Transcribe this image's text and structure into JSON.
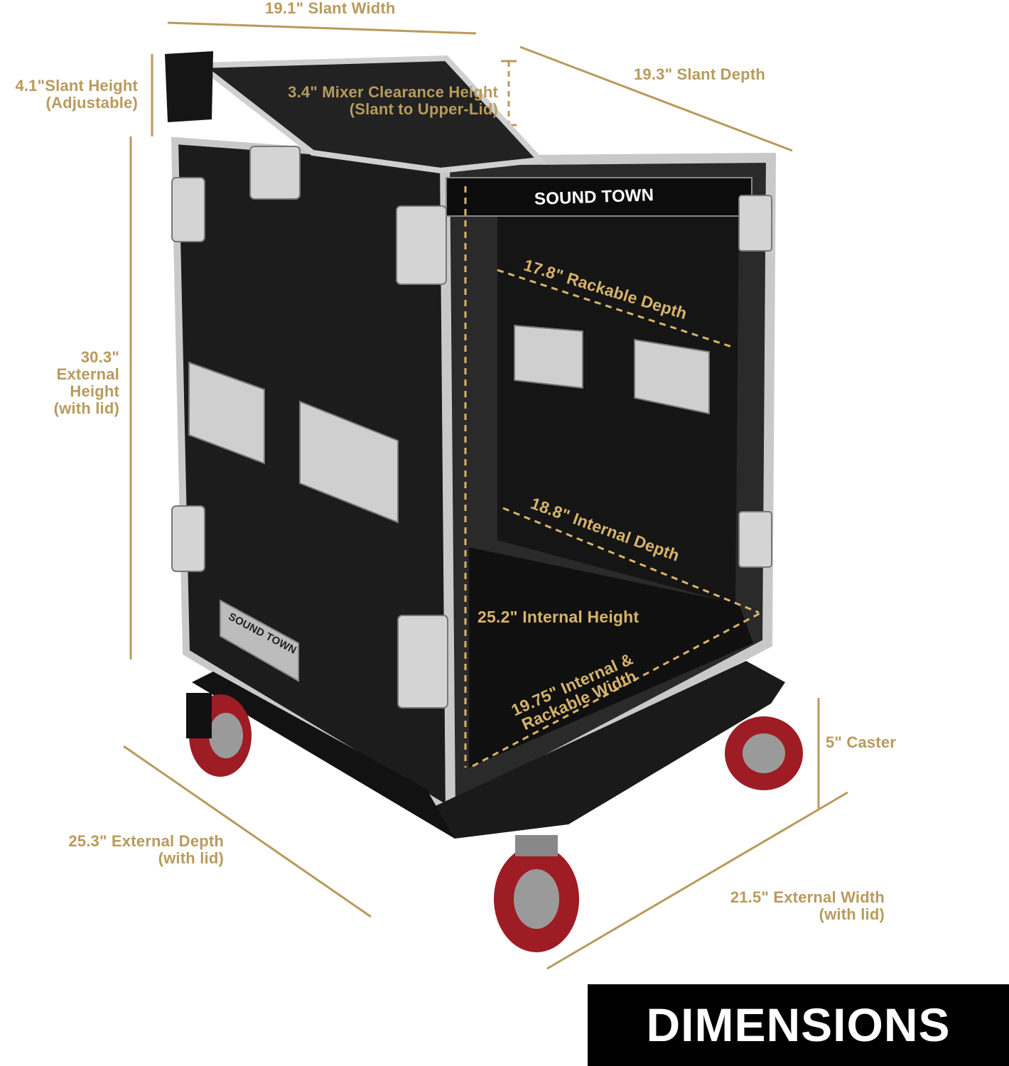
{
  "dimensions": {
    "slant_width": "19.1\" Slant Width",
    "slant_height": [
      "4.1\"Slant Height",
      "(Adjustable)"
    ],
    "mixer_clearance": [
      "3.4\" Mixer Clearance Height",
      "(Slant to Upper-Lid)"
    ],
    "slant_depth": "19.3\" Slant Depth",
    "external_height": [
      "30.3\"",
      "External",
      "Height",
      "(with lid)"
    ],
    "rackable_depth": "17.8\" Rackable Depth",
    "internal_depth": "18.8\" Internal Depth",
    "internal_height": "25.2\" Internal Height",
    "internal_width": [
      "19.75\" Internal &",
      "Rackable Width"
    ],
    "caster": "5\" Caster",
    "external_depth": [
      "25.3\" External Depth",
      "(with lid)"
    ],
    "external_width": [
      "21.5\" External Width",
      "(with lid)"
    ]
  },
  "brand": {
    "front_logo": "SOUND TOWN",
    "side_plate": "SOUND TOWN"
  },
  "banner": "DIMENSIONS",
  "colors": {
    "accent": "#b89a5c",
    "case": "#1c1c1c",
    "aluminum": "#c9c9c9",
    "wheel": "#9e1c24"
  }
}
